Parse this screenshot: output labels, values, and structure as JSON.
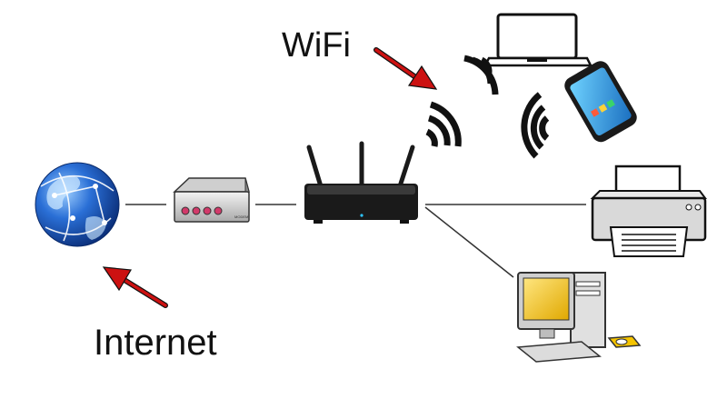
{
  "labels": {
    "wifi": "WiFi",
    "internet": "Internet"
  },
  "modem": {
    "brand_text": "MODEM"
  },
  "colors": {
    "arrow": "#cc1111",
    "line": "#333333",
    "device_black": "#1a1a1a",
    "globe_blue": "#2a6fd6",
    "printer_gray": "#d9d9d9",
    "monitor_screen": "#f5c400",
    "led_red": "#d23a6a"
  },
  "icons": [
    "globe-icon",
    "modem-icon",
    "router-icon",
    "wifi-signal-icon",
    "laptop-icon",
    "smartphone-icon",
    "printer-icon",
    "desktop-computer-icon"
  ]
}
